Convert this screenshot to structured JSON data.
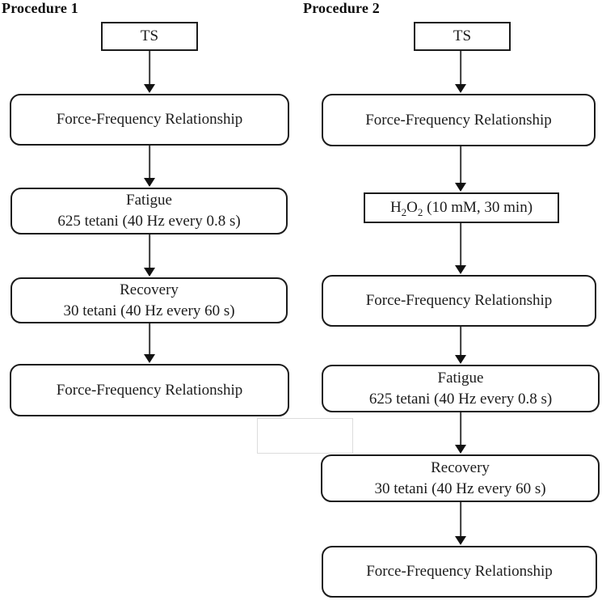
{
  "procedure1": {
    "title": "Procedure 1",
    "ts": "TS",
    "ff1": "Force-Frequency Relationship",
    "fatigue": {
      "line1": "Fatigue",
      "line2": "625 tetani (40 Hz every 0.8 s)"
    },
    "recovery": {
      "line1": "Recovery",
      "line2": "30 tetani (40 Hz every 60 s)"
    },
    "ff2": "Force-Frequency Relationship"
  },
  "procedure2": {
    "title": "Procedure 2",
    "ts": "TS",
    "ff1": "Force-Frequency Relationship",
    "h2o2": {
      "base1": "H",
      "sub1": "2",
      "base2": "O",
      "sub2": "2",
      "suffix": " (10 mM, 30 min)"
    },
    "ff2": "Force-Frequency Relationship",
    "fatigue": {
      "line1": "Fatigue",
      "line2": "625 tetani (40 Hz every 0.8 s)"
    },
    "recovery": {
      "line1": "Recovery",
      "line2": "30 tetani (40 Hz every 60 s)"
    },
    "ff3": "Force-Frequency Relationship"
  },
  "colors": {
    "box_border": "#1b1b1b",
    "text": "#1c1c1c",
    "arrow_line": "#3a3a3a",
    "arrow_head": "#121212",
    "ghost_border": "#dcdcdc",
    "background": "#ffffff"
  }
}
